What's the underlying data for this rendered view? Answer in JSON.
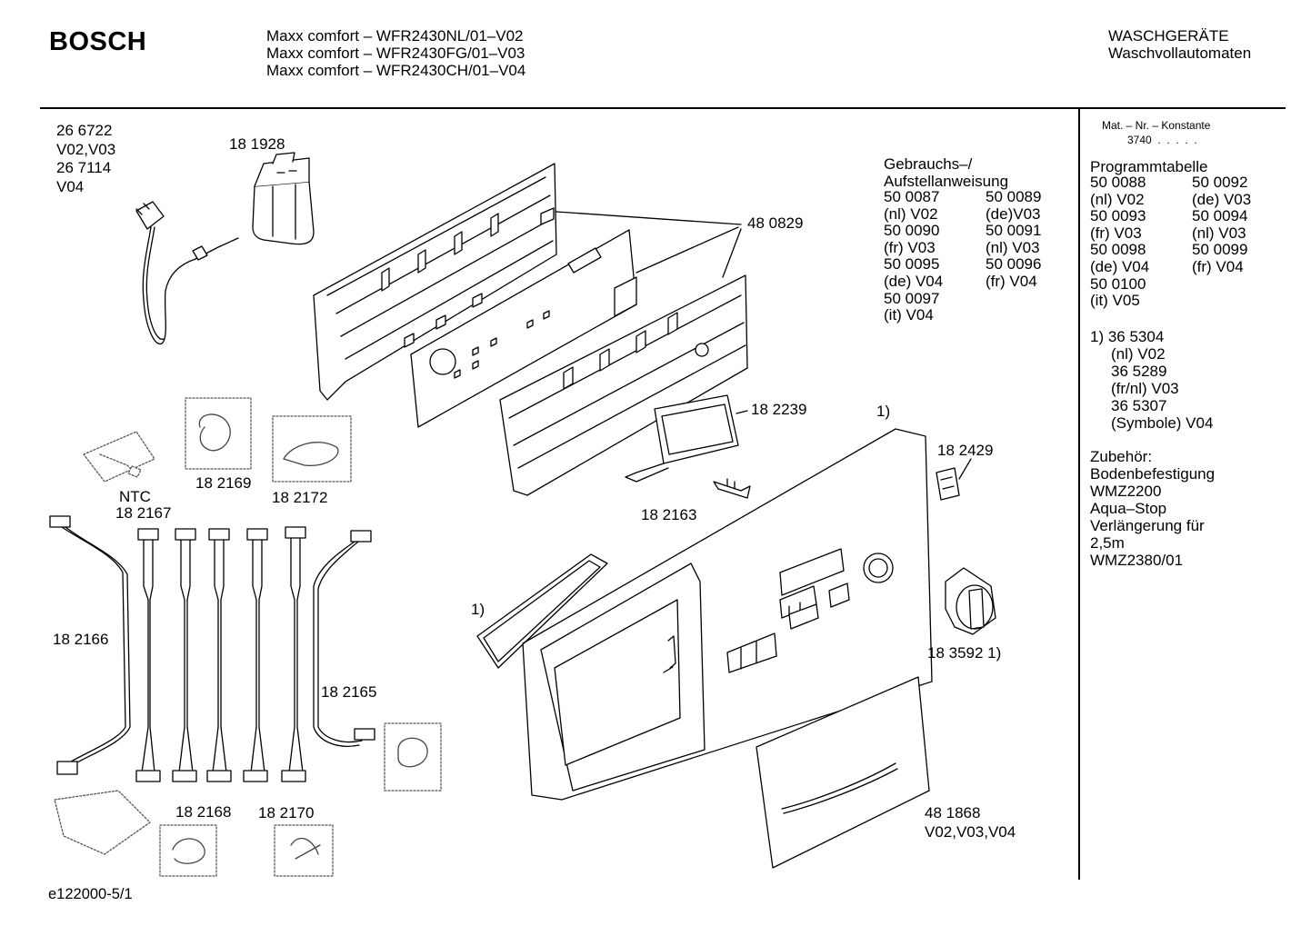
{
  "header": {
    "brand": "BOSCH",
    "models": [
      "Maxx comfort – WFR2430NL/01–V02",
      "Maxx comfort – WFR2430FG/01–V03",
      "Maxx comfort – WFR2430CH/01–V04"
    ],
    "category_line1": "WASCHGERÄTE",
    "category_line2": "Waschvollautomaten"
  },
  "sidebar": {
    "mat_nr_label": "Mat. – Nr. – Konstante",
    "mat_nr_value": "3740  .  .  .  .  .",
    "programmtabelle_title": "Programmtabelle",
    "programmtabelle": [
      [
        "50 0088",
        "50 0092"
      ],
      [
        "(nl) V02",
        "(de) V03"
      ],
      [
        "50 0093",
        "50 0094"
      ],
      [
        "(fr) V03",
        "(nl) V03"
      ],
      [
        "50 0098",
        "50 0099"
      ],
      [
        "(de) V04",
        "(fr) V04"
      ],
      [
        "50 0100",
        ""
      ],
      [
        "(it) V05",
        ""
      ]
    ],
    "note_lines": [
      "1) 36 5304",
      "(nl) V02",
      "36 5289",
      "(fr/nl) V03",
      "36 5307",
      "(Symbole) V04"
    ],
    "zubehoer_lines": [
      "Zubehör:",
      "Bodenbefestigung",
      "WMZ2200",
      "Aqua–Stop",
      "Verlängerung für",
      "2,5m",
      "WMZ2380/01"
    ]
  },
  "manual": {
    "title_line1": "Gebrauchs–/",
    "title_line2": "Aufstellanweisung",
    "rows": [
      [
        "50 0087",
        "50 0089"
      ],
      [
        "(nl) V02",
        "(de)V03"
      ],
      [
        "50 0090",
        "50 0091"
      ],
      [
        "(fr) V03",
        "(nl) V03"
      ],
      [
        "50 0095",
        "50 0096"
      ],
      [
        "(de) V04",
        "(fr) V04"
      ],
      [
        "50 0097",
        ""
      ],
      [
        "(it) V04",
        ""
      ]
    ]
  },
  "labels": {
    "cord": [
      "26 6722",
      "V02,V03",
      "26 7114",
      "V04"
    ],
    "filter": "18 1928",
    "module": "48 0829",
    "display": "18 2239",
    "note_panel": "1)",
    "clip": "18 2429",
    "pin": "18 2163",
    "knob": "18 3592 1)",
    "gasket_note": "1)",
    "ntc_name": "NTC",
    "ntc_num": "18 2167",
    "h2169": "18 2169",
    "h2172": "18 2172",
    "h2166": "18 2166",
    "h2165": "18 2165",
    "h2168": "18 2168",
    "h2170": "18 2170",
    "cover_num": "48 1868",
    "cover_variants": "V02,V03,V04",
    "footer_code": "e122000-5/1"
  }
}
